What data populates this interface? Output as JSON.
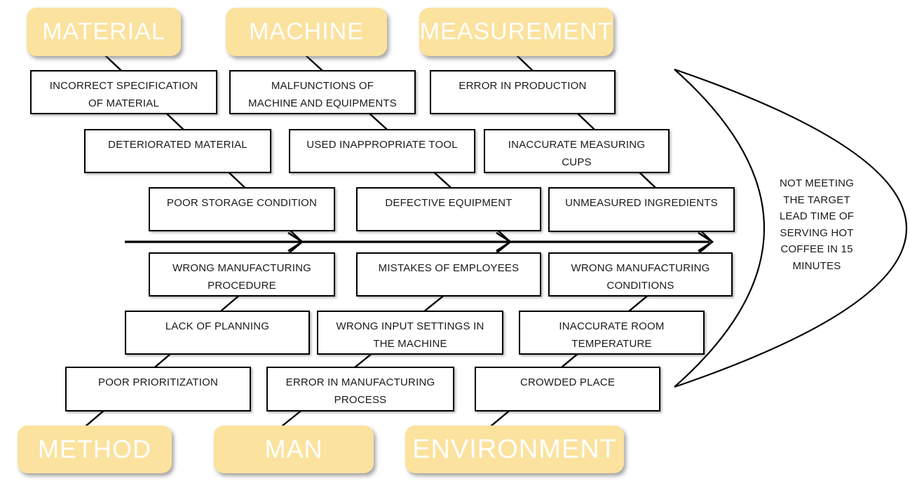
{
  "diagram_type": "fishbone-cause-effect",
  "effect": {
    "text": "NOT MEETING THE TARGET LEAD TIME OF SERVING HOT COFFEE IN 15 MINUTES",
    "lines": [
      "NOT MEETING",
      "THE TARGET",
      "LEAD TIME OF",
      "SERVING HOT",
      "COFFEE IN 15",
      "MINUTES"
    ]
  },
  "categories": {
    "material": {
      "label": "MATERIAL",
      "causes": [
        [
          "INCORRECT SPECIFICATION",
          "OF MATERIAL"
        ],
        [
          "DETERIORATED MATERIAL"
        ],
        [
          "POOR STORAGE CONDITION"
        ]
      ]
    },
    "machine": {
      "label": "MACHINE",
      "causes": [
        [
          "MALFUNCTIONS OF",
          "MACHINE AND EQUIPMENTS"
        ],
        [
          "USED INAPPROPRIATE TOOL"
        ],
        [
          "DEFECTIVE EQUIPMENT"
        ]
      ]
    },
    "measurement": {
      "label": "MEASUREMENT",
      "causes": [
        [
          "ERROR IN PRODUCTION"
        ],
        [
          "INACCURATE MEASURING",
          "CUPS"
        ],
        [
          "UNMEASURED INGREDIENTS"
        ]
      ]
    },
    "method": {
      "label": "METHOD",
      "causes": [
        [
          "WRONG MANUFACTURING",
          "PROCEDURE"
        ],
        [
          "LACK OF PLANNING"
        ],
        [
          "POOR PRIORITIZATION"
        ]
      ]
    },
    "man": {
      "label": "MAN",
      "causes": [
        [
          "MISTAKES OF EMPLOYEES"
        ],
        [
          "WRONG INPUT SETTINGS IN",
          "THE MACHINE"
        ],
        [
          "ERROR IN MANUFACTURING",
          "PROCESS"
        ]
      ]
    },
    "environment": {
      "label": "ENVIRONMENT",
      "causes": [
        [
          "WRONG MANUFACTURING",
          "CONDITIONS"
        ],
        [
          "INACCURATE ROOM",
          "TEMPERATURE"
        ],
        [
          "CROWDED PLACE"
        ]
      ]
    }
  },
  "colors": {
    "category_fill": "#FBE29E",
    "category_text": "#FFFFFF",
    "cause_border": "#000000",
    "cause_fill": "#FFFFFF",
    "line_color": "#000000"
  }
}
